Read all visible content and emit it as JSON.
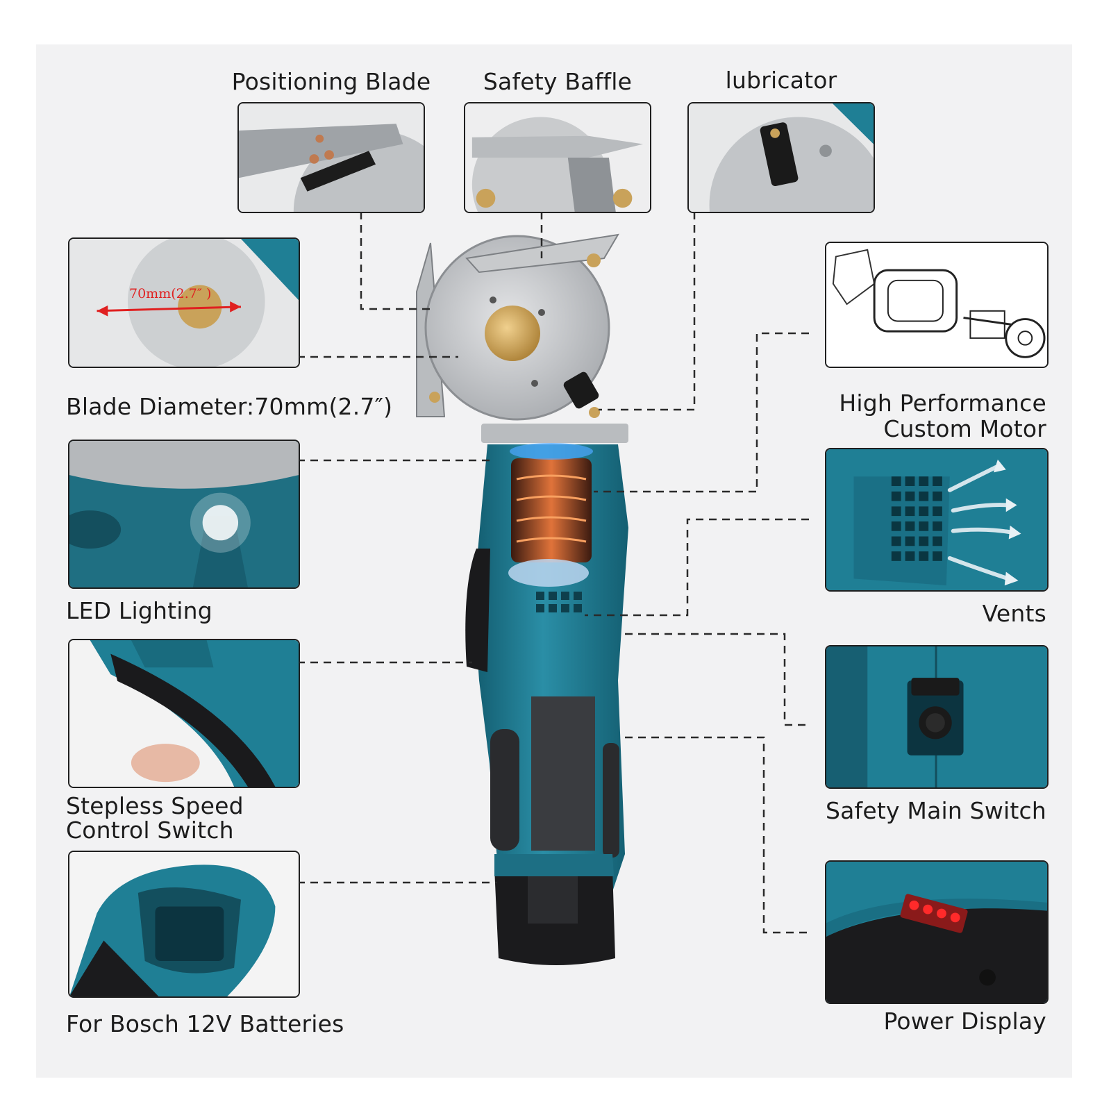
{
  "callouts": {
    "positioning_blade": "Positioning Blade",
    "safety_baffle": "Safety Baffle",
    "lubricator": "lubricator",
    "blade_diameter": "Blade Diameter:70mm(2.7″)",
    "blade_diameter_marking": "70mm(2.7″ )",
    "motor_line1": "High Performance",
    "motor_line2": "Custom Motor",
    "led": "LED Lighting",
    "vents": "Vents",
    "speed_line1": "Stepless Speed",
    "speed_line2": "Control Switch",
    "main_switch": "Safety Main Switch",
    "battery": "For Bosch 12V Batteries",
    "power_display": "Power Display"
  },
  "colors": {
    "tool_teal": "#1f7f95",
    "tool_teal_dark": "#135d70",
    "battery_black": "#1b1b1d",
    "blade_silver": "#c4c6c8",
    "hub_brass": "#c9a25a",
    "dimension_red": "#e02020",
    "display_led_red": "#ff2a2a"
  }
}
